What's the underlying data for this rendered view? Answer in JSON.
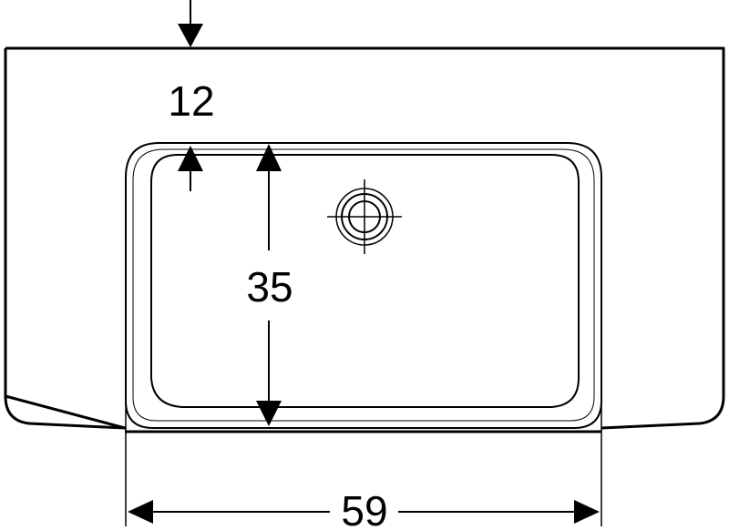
{
  "dimensions": {
    "top_offset": "12",
    "basin_depth": "35",
    "basin_width": "59"
  },
  "colors": {
    "line": "#000000",
    "background": "#ffffff"
  }
}
